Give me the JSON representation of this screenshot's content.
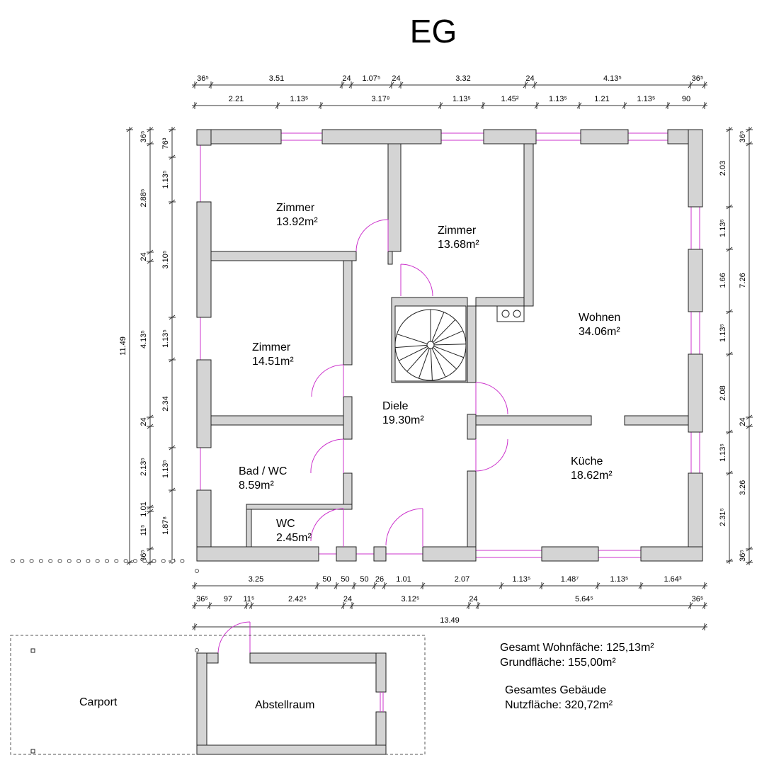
{
  "title": "EG",
  "rooms": [
    {
      "name": "Zimmer",
      "area": "13.92m²"
    },
    {
      "name": "Zimmer",
      "area": "13.68m²"
    },
    {
      "name": "Zimmer",
      "area": "14.51m²"
    },
    {
      "name": "Wohnen",
      "area": "34.06m²"
    },
    {
      "name": "Diele",
      "area": "19.30m²"
    },
    {
      "name": "Bad / WC",
      "area": "8.59m²"
    },
    {
      "name": "Küche",
      "area": "18.62m²"
    },
    {
      "name": "WC",
      "area": "2.45m²"
    },
    {
      "name": "Carport",
      "area": ""
    },
    {
      "name": "Abstellraum",
      "area": ""
    }
  ],
  "dims": {
    "top1": [
      "36⁵",
      "3.51",
      "24",
      "1.07⁵",
      "24",
      "3.32",
      "24",
      "4.13⁵",
      "36⁵"
    ],
    "top2": [
      "2.21",
      "1.13⁵",
      "3.17⁸",
      "1.13⁵",
      "1.45²",
      "1.13⁵",
      "1.21",
      "1.13⁵",
      "90"
    ],
    "left_total": "11.49",
    "left2": [
      "36⁵",
      "2.88⁵",
      "24",
      "4.13⁵",
      "24",
      "2.13⁵",
      "1.01",
      "11⁵",
      "36⁵"
    ],
    "left3": [
      "76³",
      "1.13⁵",
      "3.10⁵",
      "1.13⁵",
      "2.34",
      "1.13⁵",
      "1.87⁸"
    ],
    "right1": [
      "2.03",
      "1.13⁵",
      "1.66",
      "1.13⁵",
      "2.08",
      "1.13⁵",
      "2.31⁵"
    ],
    "right2": [
      "36⁵",
      "7.26",
      "24",
      "3.26",
      "36⁵"
    ],
    "bottom1": [
      "3.25",
      "50",
      "50",
      "50",
      "26",
      "1.01",
      "2.07",
      "1.13⁵",
      "1.48⁷",
      "1.13⁵",
      "1.64³"
    ],
    "bottom2": [
      "36⁵",
      "97",
      "11⁵",
      "2.42⁵",
      "24",
      "3.12⁵",
      "24",
      "5.64⁵",
      "36⁵"
    ],
    "bottom_total": "13.49"
  },
  "summary": {
    "line1": "Gesamt Wohnfäche: 125,13m²",
    "line2": "Grundfläche: 155,00m²",
    "line3": "Gesamtes Gebäude",
    "line4": "Nutzfläche: 320,72m²"
  }
}
